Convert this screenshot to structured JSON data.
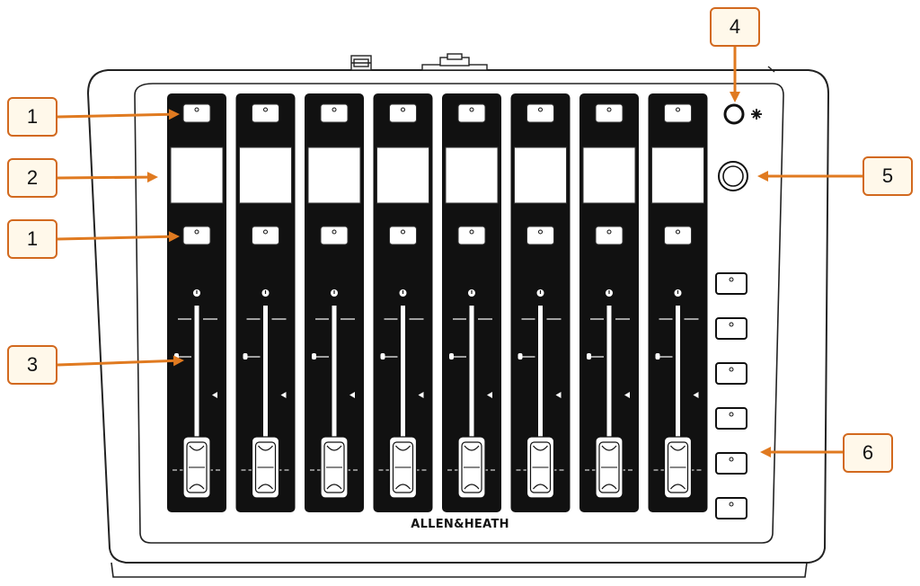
{
  "brand": {
    "logo_text": "ALLEN&HEATH"
  },
  "icons": {
    "brightness": "brightness-icon",
    "input": "input-icon"
  },
  "colors": {
    "callout": "#e07a20",
    "callout_bg": "#fff8ea",
    "strip": "#111111",
    "outline": "#222222"
  },
  "strip_count": 8,
  "side_buttons_count": 6,
  "callouts": [
    {
      "id": "c1a",
      "label": "1",
      "target": "top-strip-button"
    },
    {
      "id": "c2",
      "label": "2",
      "target": "strip-display"
    },
    {
      "id": "c1b",
      "label": "1",
      "target": "mid-strip-button"
    },
    {
      "id": "c3",
      "label": "3",
      "target": "fader"
    },
    {
      "id": "c4",
      "label": "4",
      "target": "brightness-button"
    },
    {
      "id": "c5",
      "label": "5",
      "target": "rotary-encoder"
    },
    {
      "id": "c6",
      "label": "6",
      "target": "side-buttons"
    }
  ]
}
